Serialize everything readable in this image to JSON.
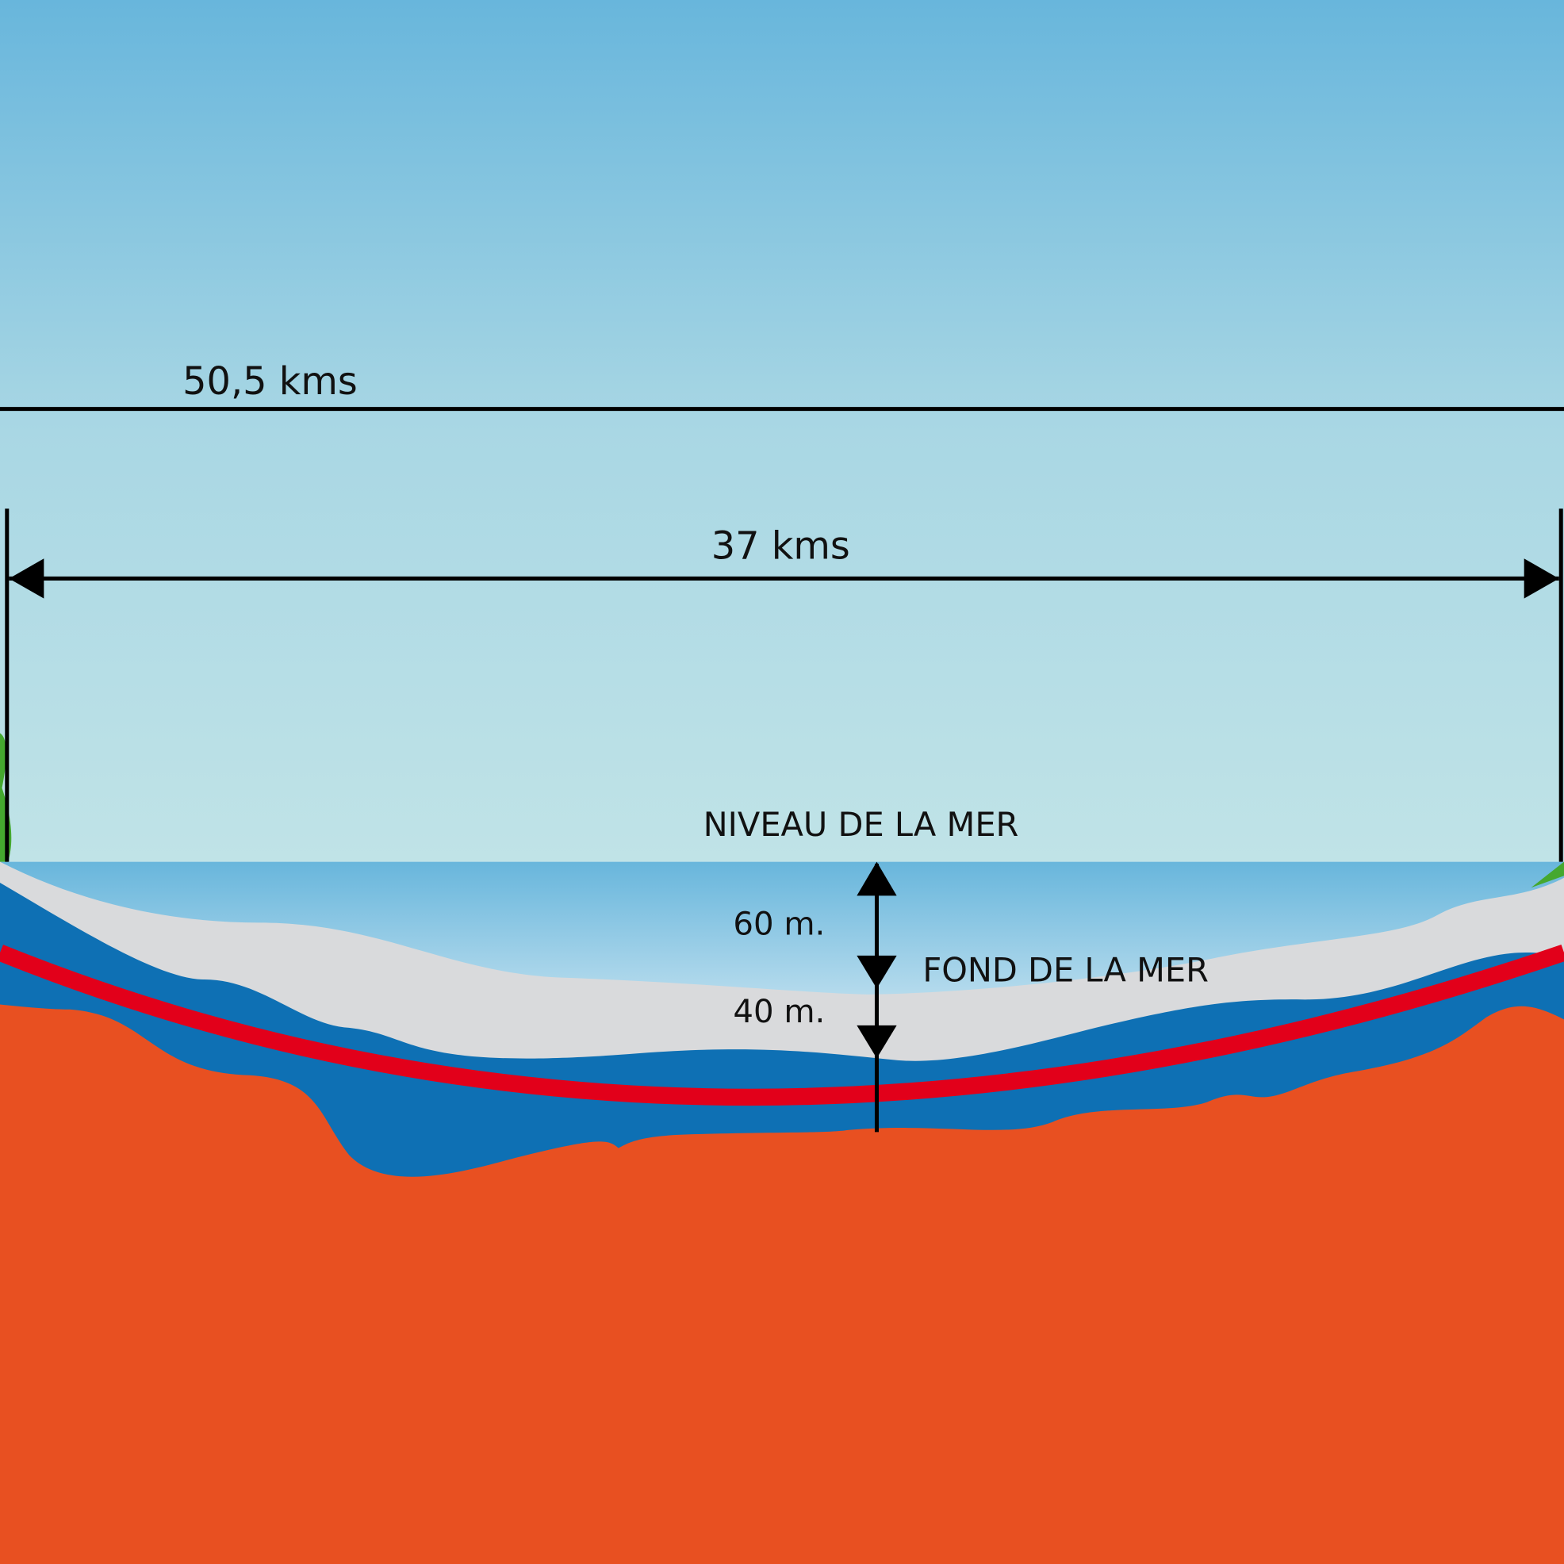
{
  "labels": {
    "total_distance": "50,5 kms",
    "tunnel_distance": "37 kms",
    "sea_level": "NIVEAU DE LA MER",
    "water_depth": "60 m.",
    "sea_floor": "FOND DE LA MER",
    "tunnel_depth_below_floor": "40 m."
  },
  "colors": {
    "sky_top": "#68b6dc",
    "sky_bottom": "#bfe2e6",
    "sea": "#7fc2e2",
    "sediment": "#d9dadc",
    "chalk_layer": "#0e70b4",
    "bedrock": "#e85021",
    "tunnel": "#e2001a",
    "land": "#45a82f"
  }
}
